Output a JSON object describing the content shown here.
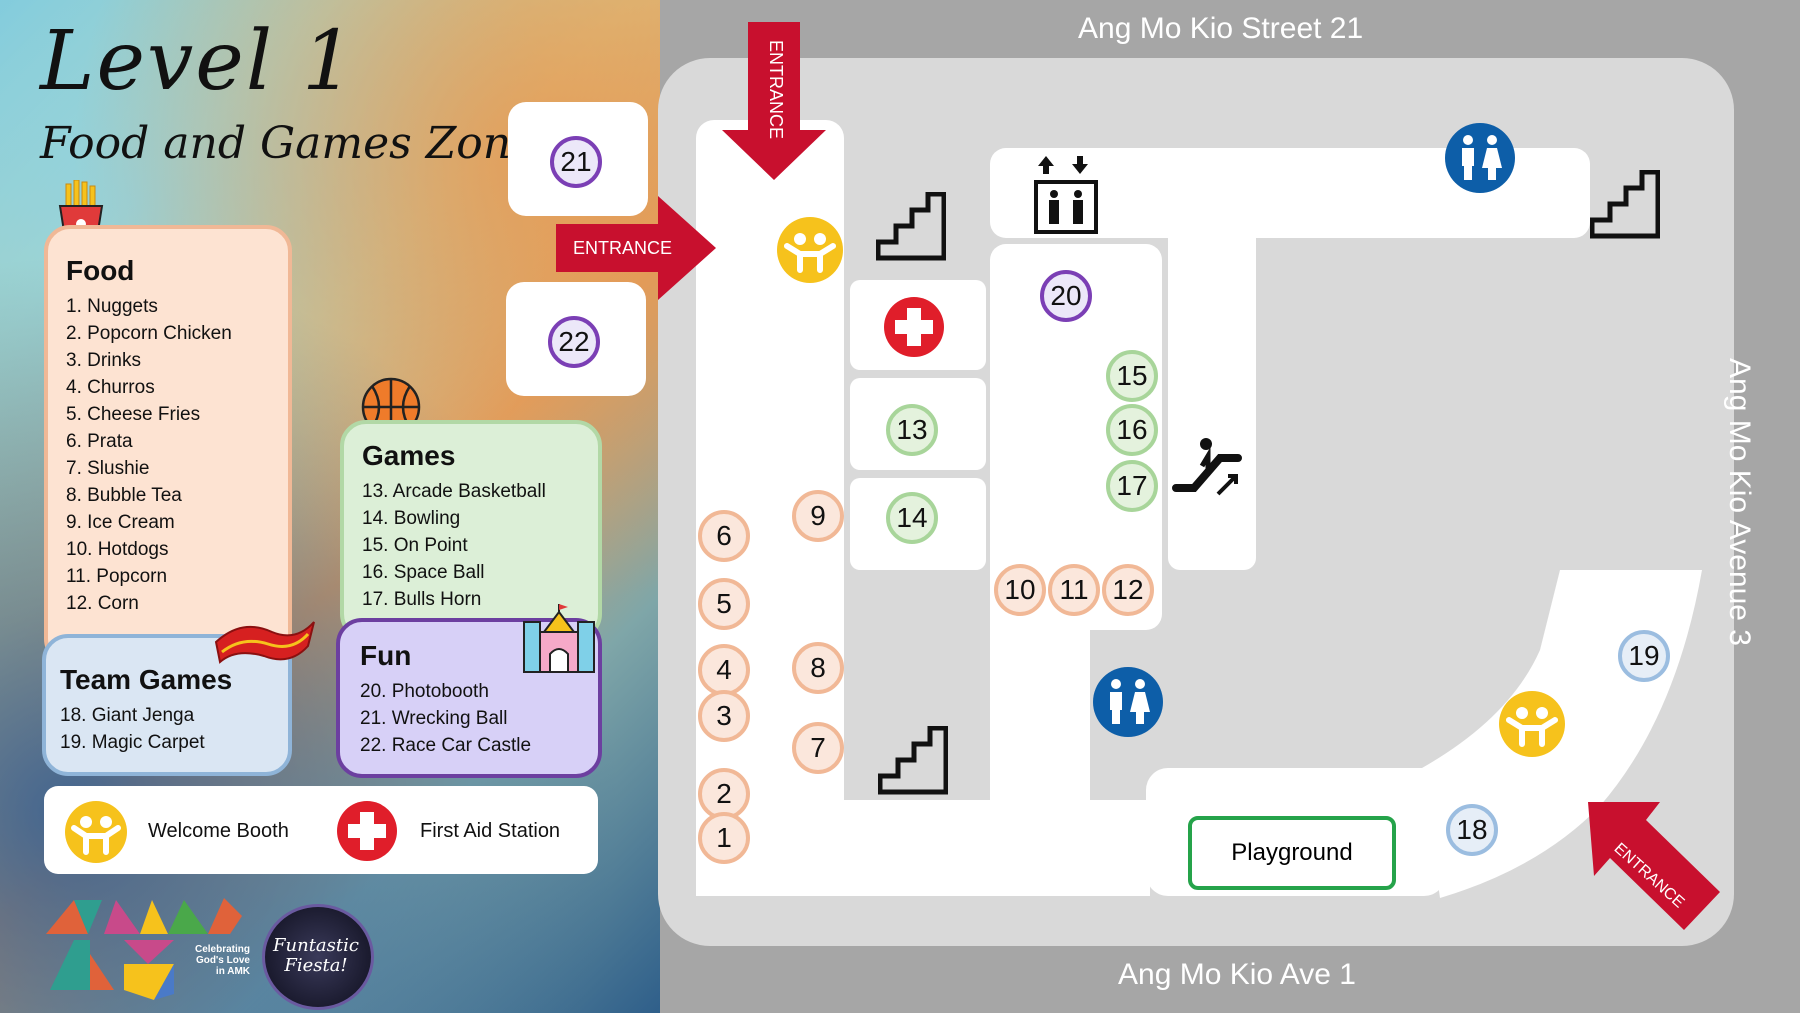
{
  "title": "Level 1",
  "subtitle": "Food and Games Zone",
  "food": {
    "heading": "Food",
    "items": [
      "1. Nuggets",
      "2. Popcorn Chicken",
      "3. Drinks",
      "4. Churros",
      "5. Cheese Fries",
      "6. Prata",
      "7. Slushie",
      "8. Bubble Tea",
      "9. Ice Cream",
      "10. Hotdogs",
      "11. Popcorn",
      "12. Corn"
    ]
  },
  "games": {
    "heading": "Games",
    "items": [
      "13. Arcade Basketball",
      "14. Bowling",
      "15. On Point",
      "16. Space Ball",
      "17. Bulls Horn"
    ]
  },
  "team_games": {
    "heading": "Team Games",
    "items": [
      "18. Giant Jenga",
      "19. Magic Carpet"
    ]
  },
  "fun": {
    "heading": "Fun",
    "items": [
      "20. Photobooth",
      "21. Wrecking Ball",
      "22. Race Car Castle"
    ]
  },
  "legend": {
    "welcome_booth": "Welcome Booth",
    "first_aid": "First Aid Station"
  },
  "logos": {
    "amk_tagline": "Celebrating God's Love in AMK",
    "fiesta": "Funtastic Fiesta!"
  },
  "roads": {
    "top": "Ang Mo Kio Street 21",
    "bottom": "Ang Mo Kio Ave 1",
    "right": "Ang Mo Kio Avenue 3"
  },
  "entrance_label": "ENTRANCE",
  "playground_label": "Playground",
  "markers": {
    "n1": "1",
    "n2": "2",
    "n3": "3",
    "n4": "4",
    "n5": "5",
    "n6": "6",
    "n7": "7",
    "n8": "8",
    "n9": "9",
    "n10": "10",
    "n11": "11",
    "n12": "12",
    "n13": "13",
    "n14": "14",
    "n15": "15",
    "n16": "16",
    "n17": "17",
    "n18": "18",
    "n19": "19",
    "n20": "20",
    "n21": "21",
    "n22": "22"
  },
  "colors": {
    "food_border": "#f1b896",
    "games_border": "#a8d59a",
    "fun_border": "#7b3fb5",
    "team_border": "#9bbde0",
    "entrance_red": "#c8102e",
    "welcome_yellow": "#f6c21c",
    "toilet_blue": "#0d5ea8",
    "playground_green": "#25a34a"
  }
}
